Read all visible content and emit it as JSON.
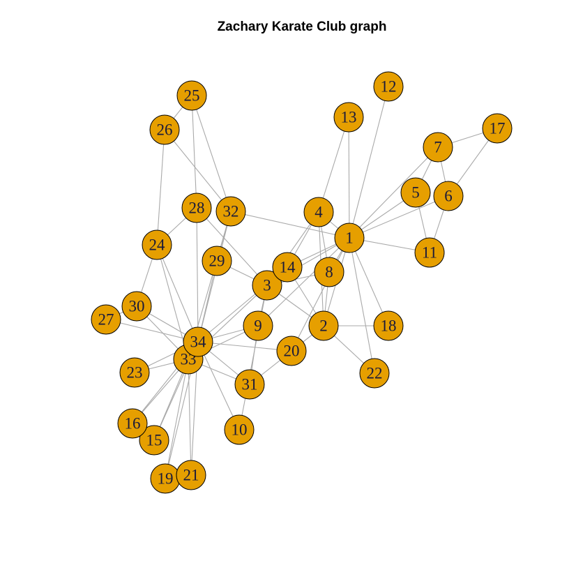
{
  "title": "Zachary Karate Club graph",
  "colors": {
    "node_fill": "#E69F00",
    "node_stroke": "#000000",
    "edge": "#A9A9A9",
    "label": "#1A1A3A"
  },
  "nodes": [
    "1",
    "2",
    "3",
    "4",
    "5",
    "6",
    "7",
    "8",
    "9",
    "10",
    "11",
    "12",
    "13",
    "14",
    "15",
    "16",
    "17",
    "18",
    "19",
    "20",
    "21",
    "22",
    "23",
    "24",
    "25",
    "26",
    "27",
    "28",
    "29",
    "30",
    "31",
    "32",
    "33",
    "34"
  ],
  "edges": [
    [
      "1",
      "2"
    ],
    [
      "1",
      "3"
    ],
    [
      "1",
      "4"
    ],
    [
      "1",
      "5"
    ],
    [
      "1",
      "6"
    ],
    [
      "1",
      "7"
    ],
    [
      "1",
      "8"
    ],
    [
      "1",
      "9"
    ],
    [
      "1",
      "11"
    ],
    [
      "1",
      "12"
    ],
    [
      "1",
      "13"
    ],
    [
      "1",
      "14"
    ],
    [
      "1",
      "18"
    ],
    [
      "1",
      "20"
    ],
    [
      "1",
      "22"
    ],
    [
      "1",
      "32"
    ],
    [
      "2",
      "3"
    ],
    [
      "2",
      "4"
    ],
    [
      "2",
      "8"
    ],
    [
      "2",
      "14"
    ],
    [
      "2",
      "18"
    ],
    [
      "2",
      "20"
    ],
    [
      "2",
      "22"
    ],
    [
      "2",
      "31"
    ],
    [
      "3",
      "4"
    ],
    [
      "3",
      "8"
    ],
    [
      "3",
      "9"
    ],
    [
      "3",
      "10"
    ],
    [
      "3",
      "14"
    ],
    [
      "3",
      "28"
    ],
    [
      "3",
      "29"
    ],
    [
      "3",
      "33"
    ],
    [
      "4",
      "8"
    ],
    [
      "4",
      "13"
    ],
    [
      "4",
      "14"
    ],
    [
      "5",
      "7"
    ],
    [
      "5",
      "11"
    ],
    [
      "6",
      "7"
    ],
    [
      "6",
      "11"
    ],
    [
      "6",
      "17"
    ],
    [
      "7",
      "17"
    ],
    [
      "9",
      "31"
    ],
    [
      "9",
      "33"
    ],
    [
      "9",
      "34"
    ],
    [
      "10",
      "34"
    ],
    [
      "14",
      "34"
    ],
    [
      "15",
      "33"
    ],
    [
      "15",
      "34"
    ],
    [
      "16",
      "33"
    ],
    [
      "16",
      "34"
    ],
    [
      "19",
      "33"
    ],
    [
      "19",
      "34"
    ],
    [
      "20",
      "34"
    ],
    [
      "21",
      "33"
    ],
    [
      "21",
      "34"
    ],
    [
      "23",
      "33"
    ],
    [
      "23",
      "34"
    ],
    [
      "24",
      "26"
    ],
    [
      "24",
      "28"
    ],
    [
      "24",
      "30"
    ],
    [
      "24",
      "33"
    ],
    [
      "24",
      "34"
    ],
    [
      "25",
      "26"
    ],
    [
      "25",
      "28"
    ],
    [
      "25",
      "32"
    ],
    [
      "26",
      "32"
    ],
    [
      "27",
      "30"
    ],
    [
      "27",
      "34"
    ],
    [
      "28",
      "34"
    ],
    [
      "29",
      "32"
    ],
    [
      "29",
      "34"
    ],
    [
      "30",
      "33"
    ],
    [
      "30",
      "34"
    ],
    [
      "31",
      "33"
    ],
    [
      "31",
      "34"
    ],
    [
      "32",
      "33"
    ],
    [
      "32",
      "34"
    ],
    [
      "33",
      "34"
    ]
  ]
}
